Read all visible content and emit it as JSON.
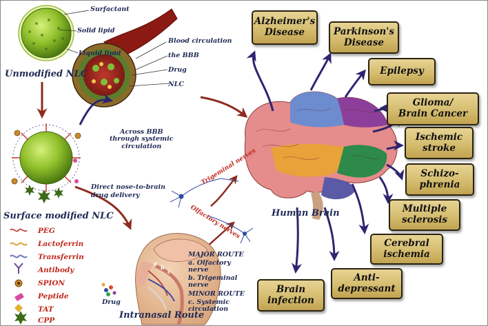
{
  "nlc_labels": {
    "surfactant": "Surfactant",
    "solid_lipid": "Solid lipid",
    "liquid_lipid": "Liquid lipid",
    "unmodified": "Unmodified NLC",
    "surface_modified": "Surface modified NLC"
  },
  "vessel_labels": {
    "blood_circulation": "Blood circulation",
    "bbb": "the BBB",
    "drug": "Drug",
    "nlc": "NLC"
  },
  "routes": {
    "across_bbb": "Across BBB\nthrough systemic\ncirculation",
    "nose_to_brain": "Direct nose-to-brain\ndrug delivery"
  },
  "nerves": {
    "trigeminal": "Trigeminal nerves",
    "olfactory": "Olfactory nerves"
  },
  "brain_label": "Human Brain",
  "nasal": {
    "title": "Intranasal Route",
    "drug": "Drug",
    "markers": [
      "a",
      "b",
      "c"
    ],
    "major_route": "MAJOR ROUTE",
    "route_a": "a. Olfactory\n    nerve",
    "route_b": "b. Trigeminal\n    nerve",
    "minor_route": "MINOR ROUTE",
    "route_c": "c. Systemic\n    circulation"
  },
  "legend": [
    {
      "label": "PEG",
      "icon": "peg-icon"
    },
    {
      "label": "Lactoferrin",
      "icon": "lactoferrin-icon"
    },
    {
      "label": "Transferrin",
      "icon": "transferrin-icon"
    },
    {
      "label": "Antibody",
      "icon": "antibody-icon"
    },
    {
      "label": "SPION",
      "icon": "spion-icon"
    },
    {
      "label": "Peptide",
      "icon": "peptide-icon"
    },
    {
      "label": "TAT",
      "icon": "tat-icon"
    },
    {
      "label": "CPP",
      "icon": "cpp-icon"
    }
  ],
  "diseases": [
    "Alzheimer's\nDisease",
    "Parkinson's\nDisease",
    "Epilepsy",
    "Glioma/\nBrain Cancer",
    "Ischemic\nstroke",
    "Schizo-\nphrenia",
    "Multiple\nsclerosis",
    "Cerebral\nischemia",
    "Anti-\ndepressant",
    "Brain\ninfection"
  ],
  "colors": {
    "label_text": "#1f2a55",
    "legend_text": "#c0281d",
    "box_fill": "#d5bd6f",
    "box_border": "#2a2210",
    "arrow_blue": "#2e2470",
    "arrow_red": "#8e2a1e",
    "nlc_green": "#8fbf2a"
  }
}
